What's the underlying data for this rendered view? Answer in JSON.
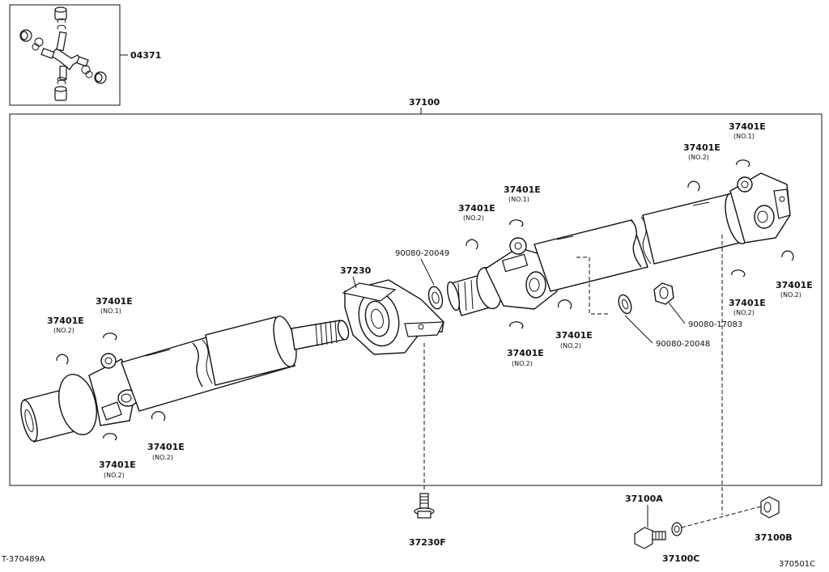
{
  "labels": {
    "p04371": "04371",
    "p37100": "37100",
    "p37230": "37230",
    "p37230F": "37230F",
    "p37100A": "37100A",
    "p37100B": "37100B",
    "p37100C": "37100C",
    "p90080_20049": "90080-20049",
    "p90080_17083": "90080-17083",
    "p90080_20048": "90080-20048",
    "snap": "37401E",
    "no1": "(NO.1)",
    "no2": "(NO.2)"
  },
  "refs": {
    "left": "T-370489A",
    "right": "370501C"
  }
}
